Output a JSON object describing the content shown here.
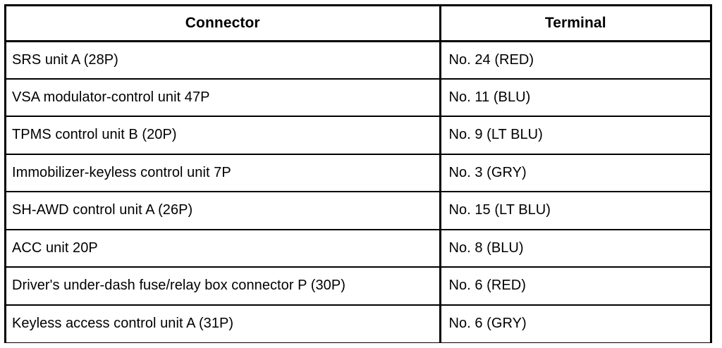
{
  "document": {
    "type": "table",
    "background_color": "#ffffff",
    "text_color": "#000000",
    "border_color": "#000000"
  },
  "table": {
    "columns": [
      {
        "key": "connector",
        "header": "Connector",
        "align": "center"
      },
      {
        "key": "terminal",
        "header": "Terminal",
        "align": "center"
      }
    ],
    "rows": [
      {
        "connector": "SRS unit A (28P)",
        "terminal": "No. 24 (RED)"
      },
      {
        "connector": "VSA modulator-control unit 47P",
        "terminal": "No. 11 (BLU)"
      },
      {
        "connector": "TPMS control unit B (20P)",
        "terminal": "No. 9 (LT BLU)"
      },
      {
        "connector": "Immobilizer-keyless control unit 7P",
        "terminal": "No. 3 (GRY)"
      },
      {
        "connector": "SH-AWD control unit A (26P)",
        "terminal": "No. 15 (LT BLU)"
      },
      {
        "connector": "ACC unit 20P",
        "terminal": "No. 8 (BLU)"
      },
      {
        "connector": "Driver's under-dash fuse/relay box connector P (30P)",
        "terminal": "No. 6 (RED)"
      },
      {
        "connector": "Keyless access control unit A (31P)",
        "terminal": "No. 6 (GRY)"
      }
    ]
  }
}
